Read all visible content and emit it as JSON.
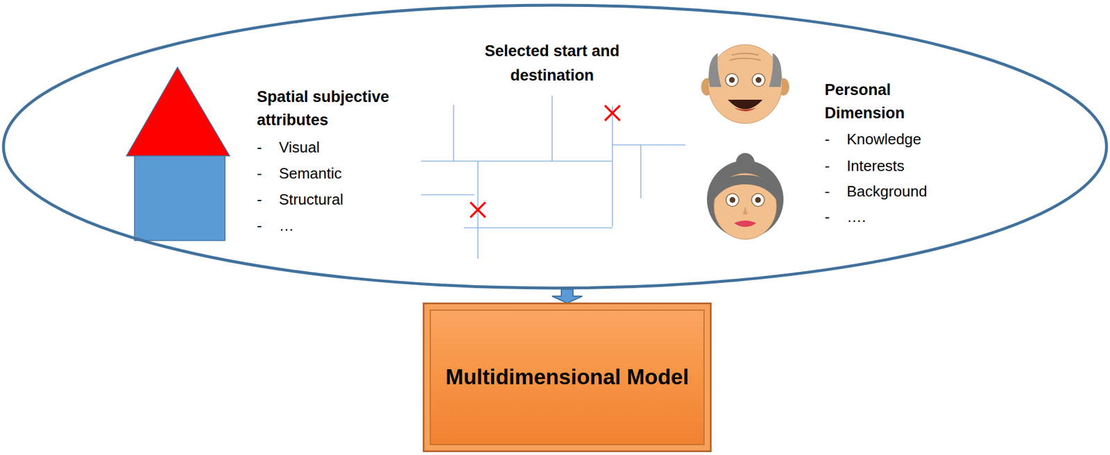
{
  "diagram": {
    "nodes": [
      {
        "text": [
          "Spatial subjective attributes",
          "- Visual",
          "- Semantic",
          "- Structural",
          "- …",
          "Selected start and destination",
          "Personal Dimension",
          "- Knowledge",
          "- Interests",
          "- Background",
          "- …."
        ]
      },
      {
        "text": [
          "Multidimensional Model"
        ]
      }
    ],
    "edges": [
      {
        "from": 0,
        "to": 1,
        "arrow": "to"
      }
    ]
  }
}
